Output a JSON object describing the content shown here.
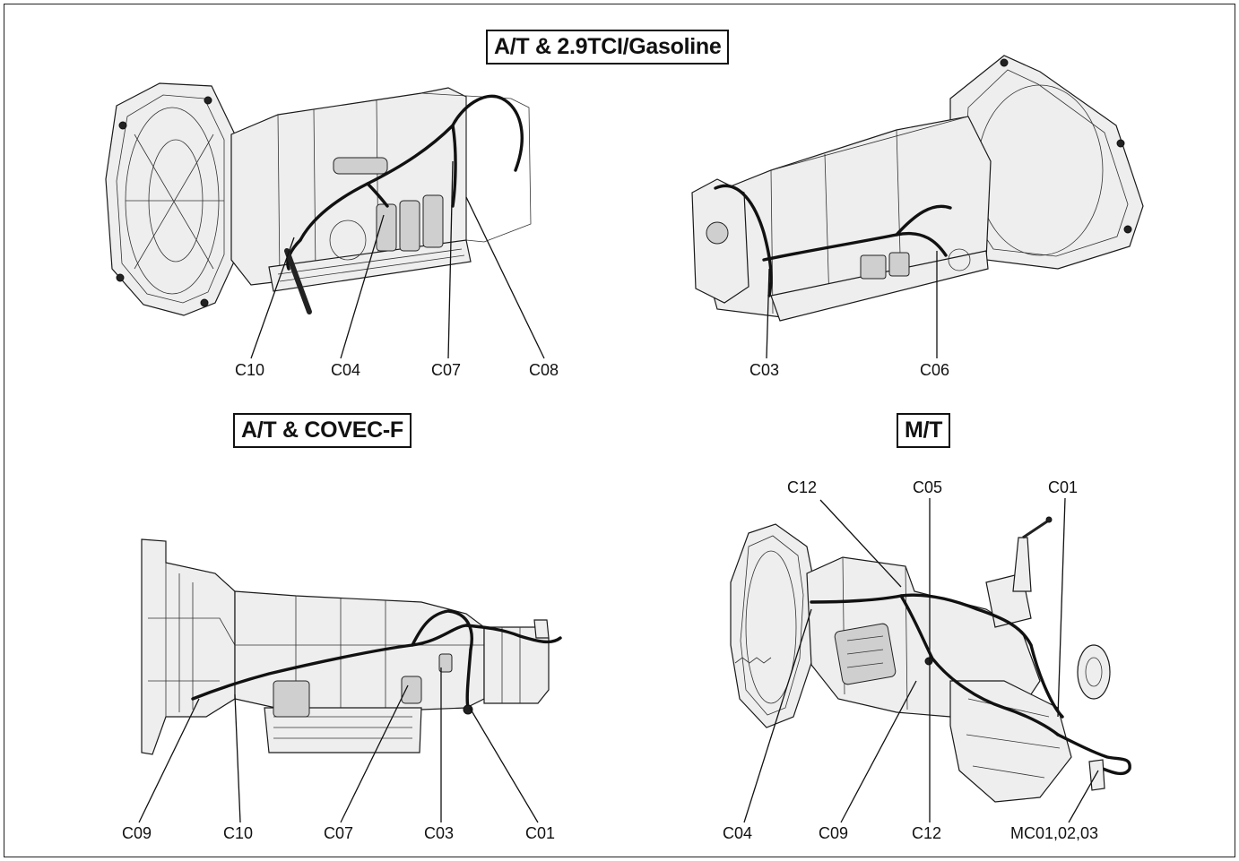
{
  "titles": {
    "at_gasoline": "A/T & 2.9TCI/Gasoline",
    "at_covec": "A/T & COVEC-F",
    "mt": "M/T"
  },
  "labels": {
    "view1": [
      "C10",
      "C04",
      "C07",
      "C08"
    ],
    "view2": [
      "C03",
      "C06"
    ],
    "view3": [
      "C09",
      "C10",
      "C07",
      "C03",
      "C01"
    ],
    "view4_top": [
      "C12",
      "C05",
      "C01"
    ],
    "view4_bottom": [
      "C04",
      "C09",
      "C12",
      "MC01,02,03"
    ]
  }
}
